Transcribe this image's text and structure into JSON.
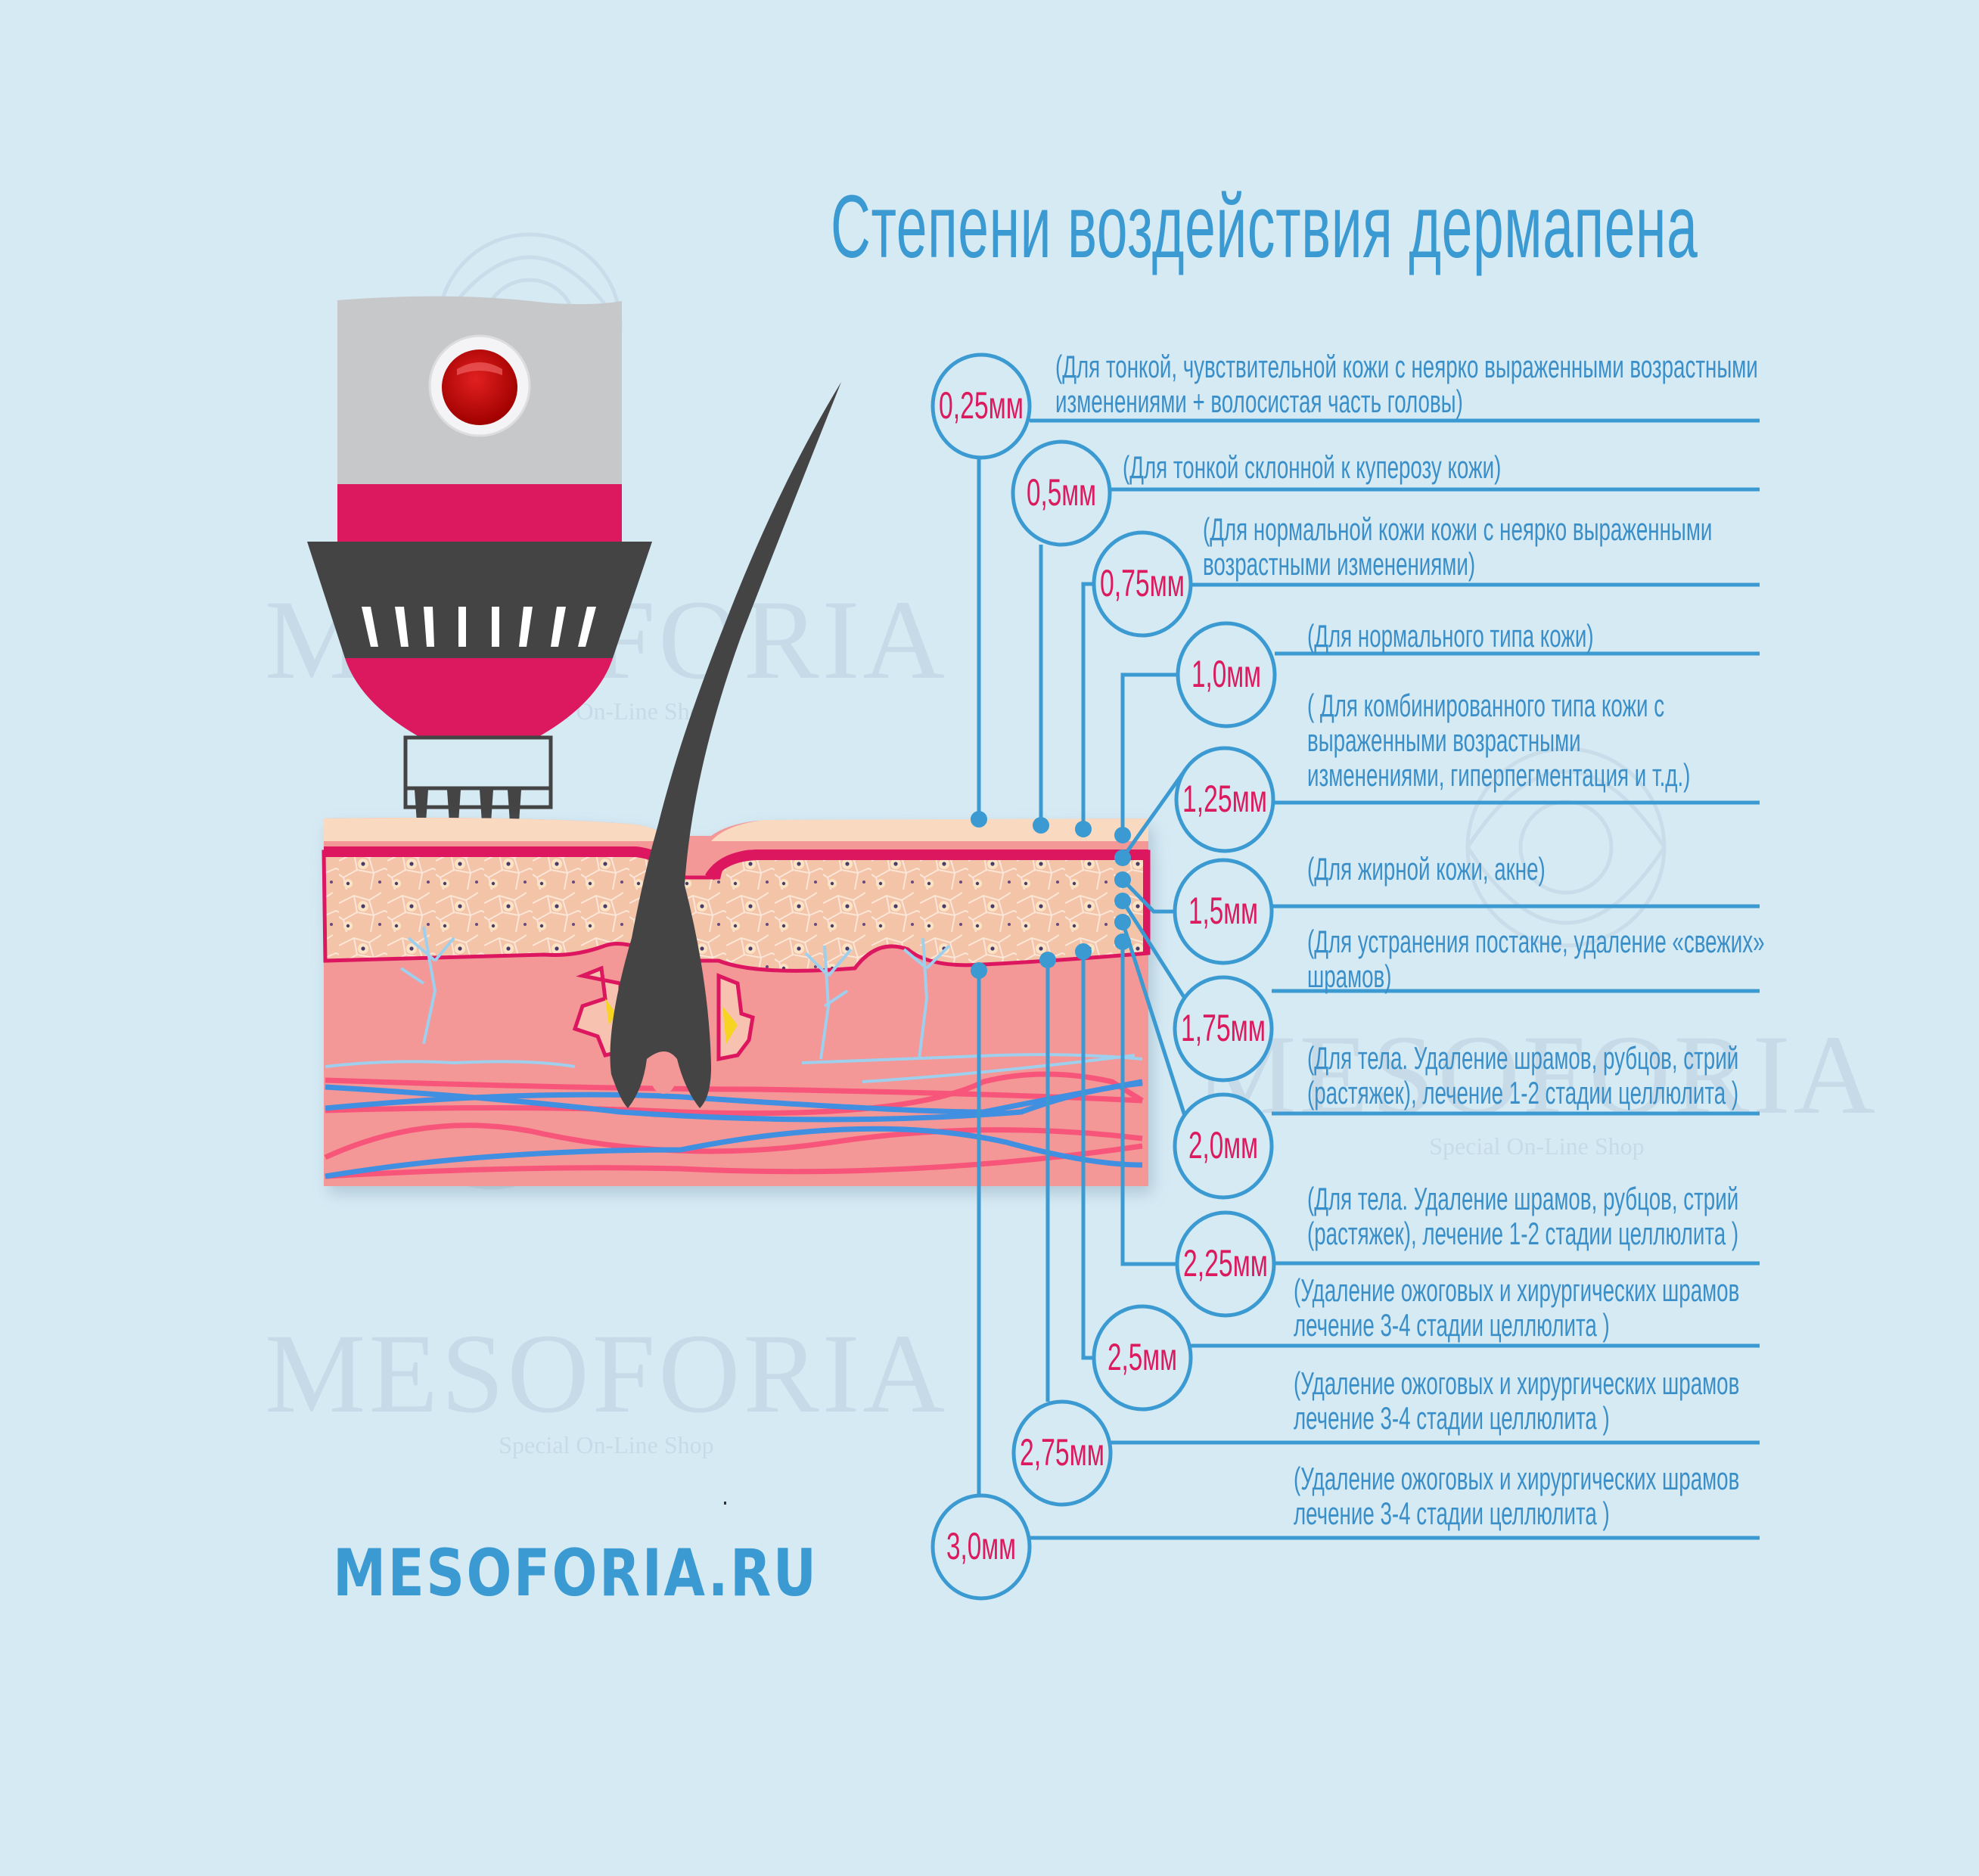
{
  "title": "Степени воздействия дермапена",
  "website": "MESOFORIA.RU",
  "watermark": {
    "brand": "MESOFORIA",
    "tagline": "Special On-Line Shop"
  },
  "colors": {
    "background": "#d6eaf4",
    "accent_blue": "#3a9ad1",
    "depth_label": "#dc1a5e",
    "device_body": "#c6c8ca",
    "device_band": "#dc185f",
    "device_dark": "#444444",
    "skin_top": "#f9d9c0",
    "skin_dermis": "#f39797",
    "skin_border": "#dc185f",
    "artery": "#f7557a",
    "vein": "#3f8fe0",
    "nerve": "#9ed0ee"
  },
  "depths": [
    {
      "label": "0,25мм",
      "lines": [
        "(Для тонкой, чувствительной кожи с неярко выраженными возрастными",
        "изменениями + волосистая часть головы)"
      ]
    },
    {
      "label": "0,5мм",
      "lines": [
        "(Для тонкой склонной к куперозу кожи)"
      ]
    },
    {
      "label": "0,75мм",
      "lines": [
        "(Для нормальной кожи кожи с неярко выраженными",
        "возрастными изменениями)"
      ]
    },
    {
      "label": "1,0мм",
      "lines": [
        "(Для нормального типа кожи)"
      ]
    },
    {
      "label": "1,25мм",
      "lines": [
        "( Для комбинированного типа кожи с",
        "выраженными возрастными",
        "изменениями, гиперпегментация и т.д.)"
      ]
    },
    {
      "label": "1,5мм",
      "lines": [
        "(Для жирной кожи, акне)"
      ]
    },
    {
      "label": "1,75мм",
      "lines": [
        "(Для устранения постакне, удаление «свежих»",
        "шрамов)"
      ]
    },
    {
      "label": "2,0мм",
      "lines": [
        "(Для тела. Удаление шрамов, рубцов, стрий",
        "(растяжек), лечение 1-2 стадии  целлюлита )"
      ]
    },
    {
      "label": "2,25мм",
      "lines": [
        "(Для тела. Удаление шрамов, рубцов, стрий",
        "(растяжек), лечение 1-2 стадии  целлюлита )"
      ]
    },
    {
      "label": "2,5мм",
      "lines": [
        "(Удаление ожоговых и хирургических шрамов",
        "лечение 3-4 стадии целлюлита )"
      ]
    },
    {
      "label": "2,75мм",
      "lines": [
        "(Удаление ожоговых и хирургических шрамов",
        "лечение 3-4 стадии целлюлита )"
      ]
    },
    {
      "label": "3,0мм",
      "lines": [
        "(Удаление ожоговых и хирургических шрамов",
        "лечение 3-4 стадии целлюлита )"
      ]
    }
  ]
}
